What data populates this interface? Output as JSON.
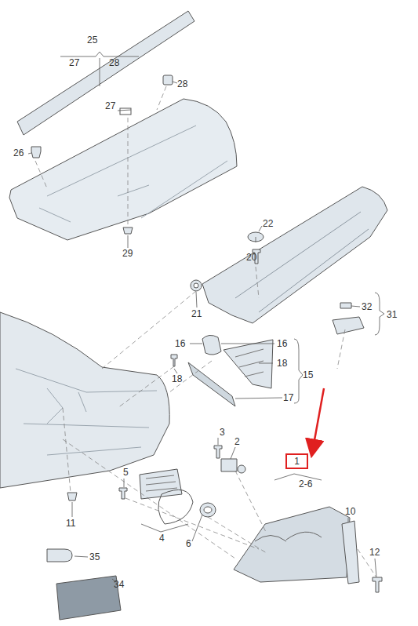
{
  "diagram": {
    "nodes": [
      {
        "text": [
          "1"
        ]
      }
    ],
    "labels": [
      "25",
      "27",
      "28",
      "28",
      "27",
      "26",
      "29",
      "22",
      "20",
      "21",
      "32",
      "31",
      "16",
      "16",
      "18",
      "15",
      "18",
      "17",
      "3",
      "2",
      "2-6",
      "5",
      "11",
      "4",
      "6",
      "10",
      "12",
      "35",
      "34"
    ]
  }
}
